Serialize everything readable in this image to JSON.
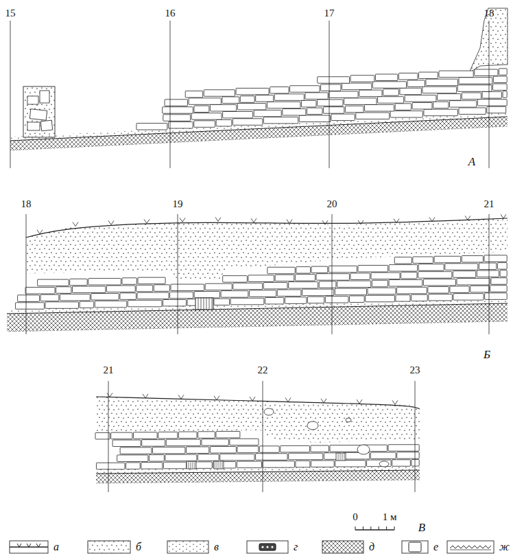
{
  "diagram": {
    "labels": [
      "15",
      "16",
      "17",
      "18",
      "А",
      "18",
      "19",
      "20",
      "21",
      "Б",
      "21",
      "22",
      "23",
      "В",
      "0",
      "1 м"
    ],
    "legend": [
      {
        "text": "а"
      },
      {
        "text": "б"
      },
      {
        "text": "в"
      },
      {
        "text": "г"
      },
      {
        "text": "д"
      },
      {
        "text": "е"
      },
      {
        "text": "ж"
      }
    ]
  }
}
